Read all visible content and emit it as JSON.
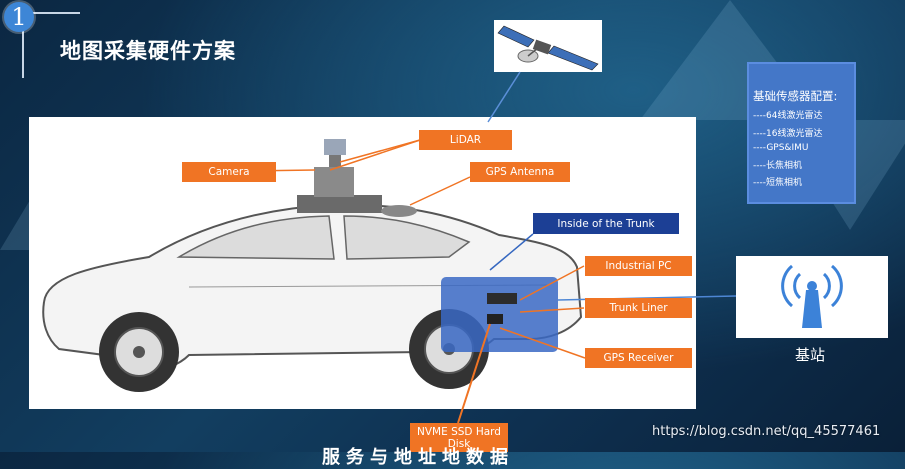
{
  "slide": {
    "number": "1",
    "title": "地图采集硬件方案"
  },
  "callouts": {
    "lidar": "LiDAR",
    "camera": "Camera",
    "gps_antenna": "GPS Antenna",
    "inside_trunk": "Inside of the Trunk",
    "industrial_pc": "Industrial PC",
    "trunk_liner": "Trunk Liner",
    "gps_receiver": "GPS Receiver",
    "nvme": "NVME SSD Hard Disk"
  },
  "sensor_config": {
    "heading": "基础传感器配置:",
    "items": [
      "----64线激光雷达",
      "----16线激光雷达",
      "----GPS&IMU",
      "----长焦相机",
      "----短焦相机"
    ]
  },
  "base_station": {
    "label": "基站"
  },
  "watermark": "https://blog.csdn.net/qq_45577461",
  "bottom_text": "服务与地址地数据",
  "colors": {
    "orange": "#f07424",
    "navy": "#1c3f95",
    "panel": "#4477c8",
    "trunk": "#3a68c4"
  }
}
